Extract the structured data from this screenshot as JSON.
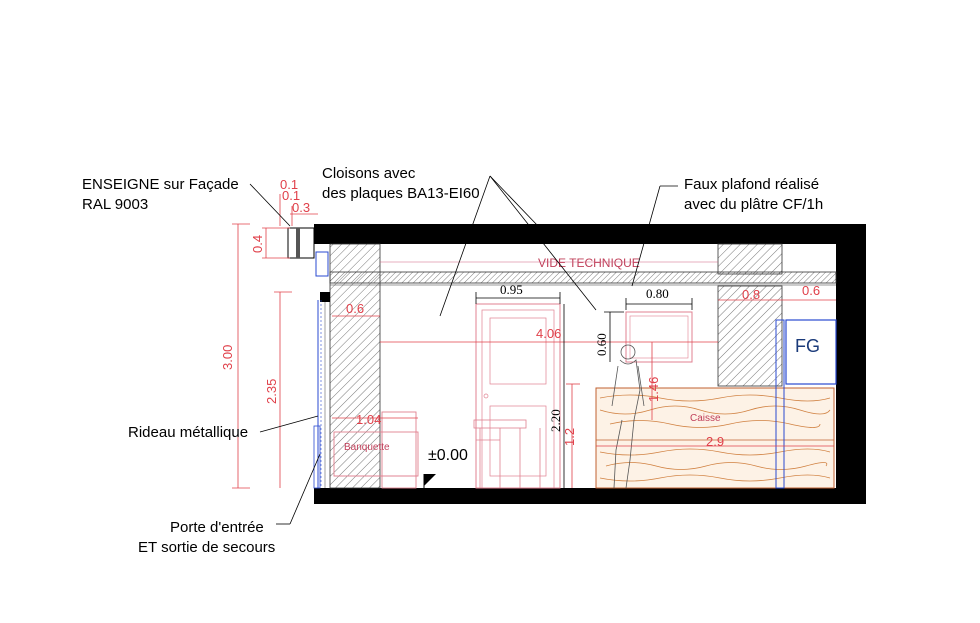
{
  "labels": {
    "enseigne": [
      "ENSEIGNE sur Façade",
      "RAL 9003"
    ],
    "cloisons": [
      "Cloisons avec",
      "des plaques BA13-EI60"
    ],
    "faux_plafond": [
      "Faux plafond réalisé",
      "avec du plâtre CF/1h"
    ],
    "rideau": "Rideau métallique",
    "porte": [
      "Porte d'entrée",
      "ET sortie de secours"
    ],
    "vide_technique": "VIDE TECHNIQUE",
    "banquette": "Banquette",
    "caisse": "Caisse",
    "fg": "FG",
    "niveau": "±0.00"
  },
  "dimensions": {
    "d_01a": "0.1",
    "d_01b": "0.1",
    "d_03": "0.3",
    "d_04": "0.4",
    "d_300": "3.00",
    "d_235": "2.35",
    "d_06_left": "0.6",
    "d_406": "4.06",
    "d_104": "1.04",
    "d_095": "0.95",
    "d_080": "0.80",
    "d_060": "0.60",
    "d_220": "2.20",
    "d_12": "1.2",
    "d_146": "1.46",
    "d_08": "0.8",
    "d_06_right": "0.6",
    "d_29": "2.9"
  },
  "colors": {
    "wall": "#000000",
    "dimension": "#e0404a",
    "annotation": "#000000",
    "fg_panel": "#1a3a9a",
    "wood": "#d08040"
  }
}
